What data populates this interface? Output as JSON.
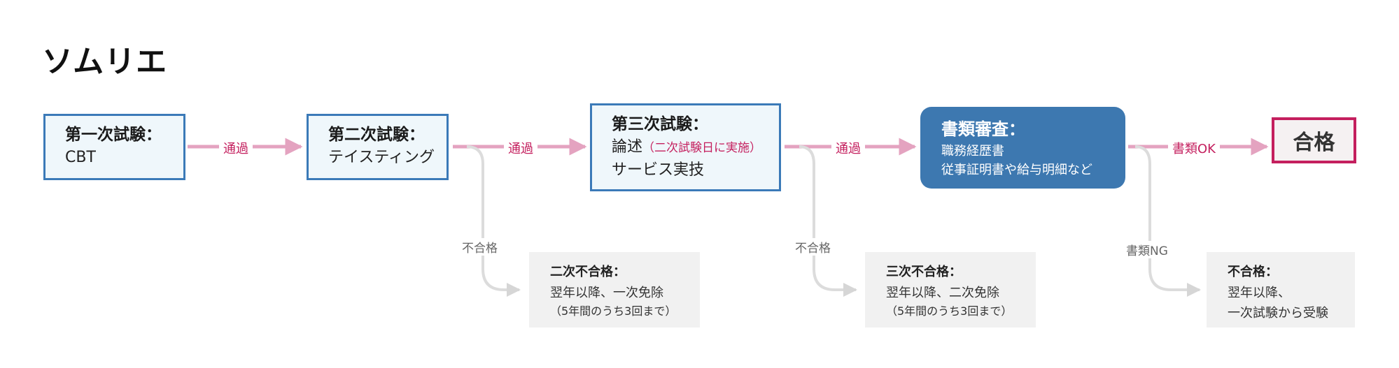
{
  "title": "ソムリエ",
  "stages": {
    "stage1": {
      "heading": "第一次試験：",
      "body": "CBT"
    },
    "stage2": {
      "heading": "第二次試験：",
      "body": "テイスティング"
    },
    "stage3": {
      "heading": "第三次試験：",
      "line1": "論述",
      "note": "（二次試験日に実施）",
      "line2": "サービス実技"
    }
  },
  "review": {
    "heading": "書類審査：",
    "line1": "職務経歴書",
    "line2": "従事証明書や給与明細など"
  },
  "final": {
    "label": "合格"
  },
  "edges": {
    "pass1": "通過",
    "pass2": "通過",
    "pass3": "通過",
    "docs_ok": "書類OK",
    "fail1": "不合格",
    "fail2": "不合格",
    "docs_ng": "書類NG"
  },
  "failures": {
    "fail_second": {
      "heading": "二次不合格：",
      "line1": "翌年以降、一次免除",
      "line2": "（5年間のうち3回まで）"
    },
    "fail_third": {
      "heading": "三次不合格：",
      "line1": "翌年以降、二次免除",
      "line2": "（5年間のうち3回まで）"
    },
    "fail_docs": {
      "heading": "不合格：",
      "line1": "翌年以降、",
      "line2": "一次試験から受験"
    }
  },
  "colors": {
    "stage_border": "#3b7ab8",
    "review_fill": "#3d78b0",
    "accent": "#c41f5e",
    "pass_arrow": "#e4a3c0",
    "fail_line": "#dcdcdc",
    "fail_box": "#f1f1f1"
  }
}
